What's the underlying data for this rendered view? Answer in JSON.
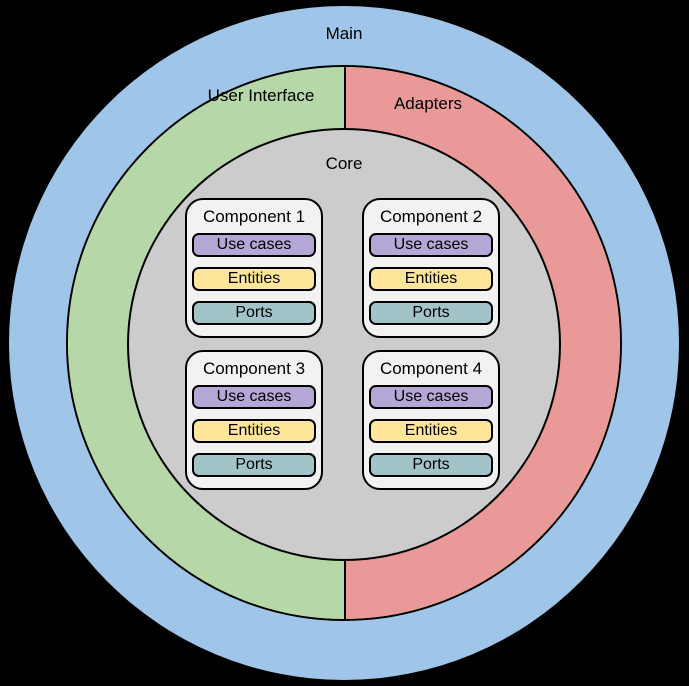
{
  "diagram": {
    "rings": {
      "outer": {
        "label": "Main",
        "color": "#9fc5e8"
      },
      "user_interface": {
        "label": "User Interface",
        "color": "#b6d7a8"
      },
      "adapters": {
        "label": "Adapters",
        "color": "#ea9999"
      },
      "core": {
        "label": "Core",
        "color": "#cccccc"
      }
    },
    "components": [
      {
        "title": "Component 1",
        "layers": [
          "Use cases",
          "Entities",
          "Ports"
        ]
      },
      {
        "title": "Component 2",
        "layers": [
          "Use cases",
          "Entities",
          "Ports"
        ]
      },
      {
        "title": "Component 3",
        "layers": [
          "Use cases",
          "Entities",
          "Ports"
        ]
      },
      {
        "title": "Component 4",
        "layers": [
          "Use cases",
          "Entities",
          "Ports"
        ]
      }
    ],
    "layer_colors": {
      "use_cases": "#b4a7d6",
      "entities": "#ffe599",
      "ports": "#a2c4c9"
    },
    "card_background": "#f2f2f2",
    "line_color": "#000000",
    "page_background": "#000000"
  }
}
